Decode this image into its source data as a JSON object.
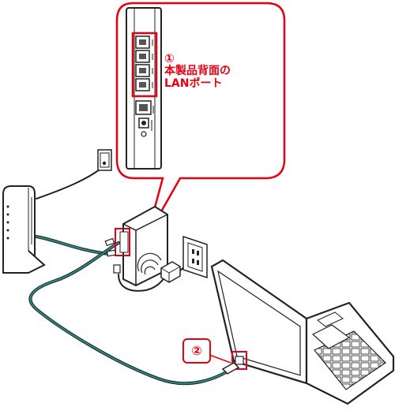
{
  "callout": {
    "step1_number": "①",
    "step1_line1": "本製品背面の",
    "step1_line2": "LANポート",
    "step2_number": "②"
  },
  "colors": {
    "accent_red": "#e60012",
    "cable_teal": "#2b8a86",
    "outline": "#222222"
  },
  "devices": [
    "modem",
    "router",
    "wall-phone-jack",
    "wall-power-outlet",
    "ac-adapter",
    "laptop"
  ]
}
